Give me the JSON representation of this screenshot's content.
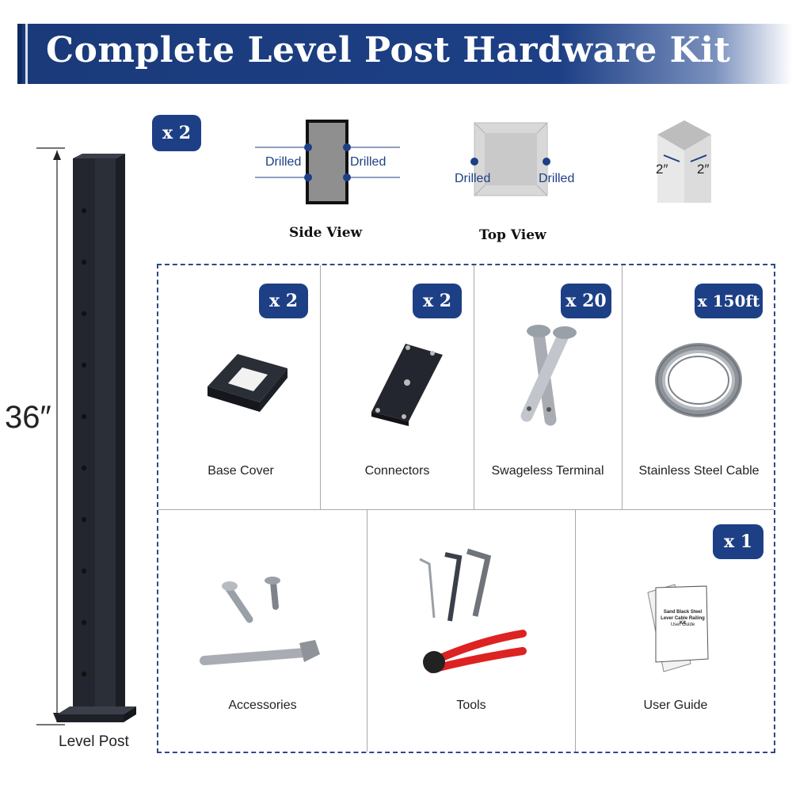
{
  "banner": {
    "title": "Complete Level Post Hardware Kit"
  },
  "post": {
    "qty": "x 2",
    "height": "36″",
    "label": "Level Post"
  },
  "side_view": {
    "label": "Side View",
    "left_mark": "Drilled",
    "right_mark": "Drilled"
  },
  "top_view": {
    "label": "Top View",
    "left_mark": "Drilled",
    "right_mark": "Drilled"
  },
  "dimension": {
    "left": "2″",
    "right": "2″"
  },
  "items": [
    {
      "name": "Base Cover",
      "qty": "x 2"
    },
    {
      "name": "Connectors",
      "qty": "x 2"
    },
    {
      "name": "Swageless Terminal",
      "qty": "x 20"
    },
    {
      "name": "Stainless Steel Cable",
      "qty": "x 150ft"
    },
    {
      "name": "Accessories"
    },
    {
      "name": "Tools"
    },
    {
      "name": "User Guide",
      "qty": "x 1"
    }
  ],
  "guide_cover": {
    "line1": "Sand Black Steel",
    "line2": "Lever Cable Railing Kit",
    "line3": "User Guide"
  },
  "colors": {
    "brand": "#1d3f85",
    "post": "#2b2f38"
  }
}
